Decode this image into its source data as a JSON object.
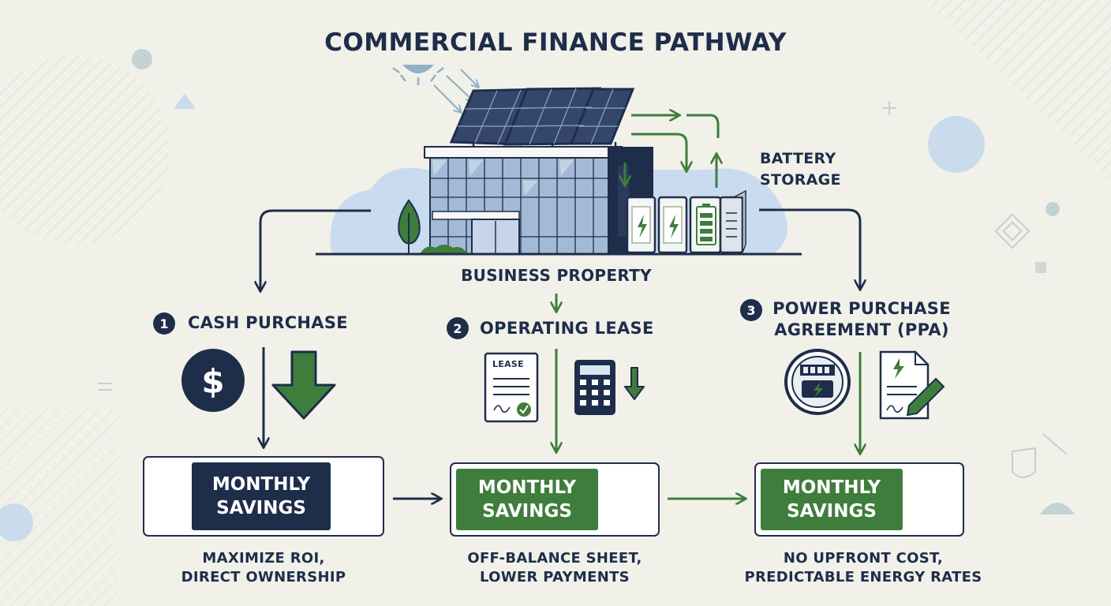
{
  "title": "COMMERCIAL FINANCE PATHWAY",
  "labels": {
    "battery_line1": "BATTERY",
    "battery_line2": "STORAGE",
    "business_property": "BUSINESS PROPERTY",
    "lease_doc": "LEASE"
  },
  "options": [
    {
      "number": "1",
      "name_lines": [
        "CASH PURCHASE"
      ],
      "savings_lines": [
        "MONTHLY",
        "SAVINGS"
      ],
      "desc_lines": [
        "MAXIMIZE ROI,",
        "DIRECT OWNERSHIP"
      ]
    },
    {
      "number": "2",
      "name_lines": [
        "OPERATING LEASE"
      ],
      "savings_lines": [
        "MONTHLY",
        "SAVINGS"
      ],
      "desc_lines": [
        "OFF-BALANCE SHEET,",
        "LOWER PAYMENTS"
      ]
    },
    {
      "number": "3",
      "name_lines": [
        "POWER PURCHASE",
        "AGREEMENT (PPA)"
      ],
      "savings_lines": [
        "MONTHLY",
        "SAVINGS"
      ],
      "desc_lines": [
        "NO UPFRONT COST,",
        "PREDICTABLE ENERGY RATES"
      ]
    }
  ],
  "icons": {
    "sun": "sun-icon",
    "solar": "solar-panel-icon",
    "building": "office-building-icon",
    "battery": "battery-storage-icon",
    "dollar": "dollar-icon",
    "down_arrow": "down-arrow-icon",
    "up_arrow": "up-arrow-icon",
    "cash": "cash-stack-icon",
    "lease": "lease-document-icon",
    "calculator": "calculator-icon",
    "meter": "energy-meter-icon",
    "contract": "contract-document-icon",
    "up_down": "up-down-arrows-icon"
  },
  "colors": {
    "navy": "#1e2d4a",
    "green": "#3f7d3c",
    "background": "#f1f1ea",
    "sky": "#c9dcef"
  }
}
